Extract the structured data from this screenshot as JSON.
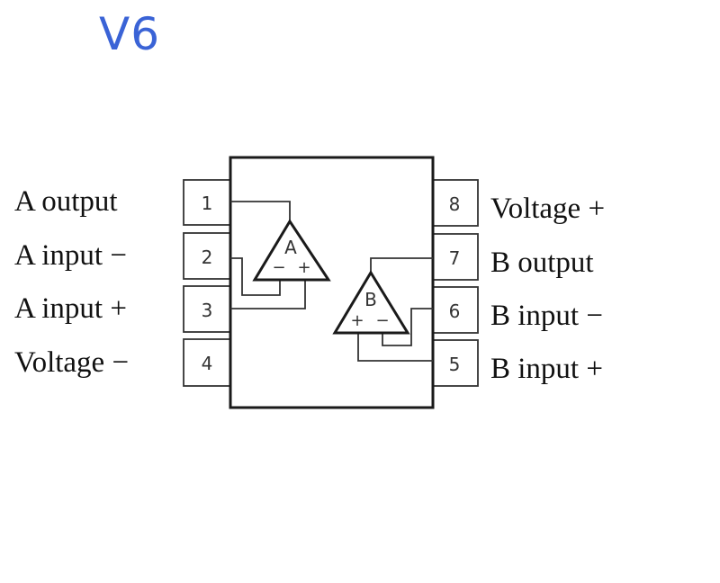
{
  "title": "V6",
  "colors": {
    "title": "#3a63d6",
    "line": "#1a1a1a"
  },
  "chip": {
    "left_pins": [
      {
        "number": "1",
        "label": "A output"
      },
      {
        "number": "2",
        "label": "A input −"
      },
      {
        "number": "3",
        "label": "A input +"
      },
      {
        "number": "4",
        "label": "Voltage −"
      }
    ],
    "right_pins": [
      {
        "number": "8",
        "label": "Voltage +"
      },
      {
        "number": "7",
        "label": "B output"
      },
      {
        "number": "6",
        "label": "B input −"
      },
      {
        "number": "5",
        "label": "B input +"
      }
    ],
    "amplifiers": [
      {
        "name": "A",
        "minus": "−",
        "plus": "+"
      },
      {
        "name": "B",
        "plus": "+",
        "minus": "−"
      }
    ]
  }
}
